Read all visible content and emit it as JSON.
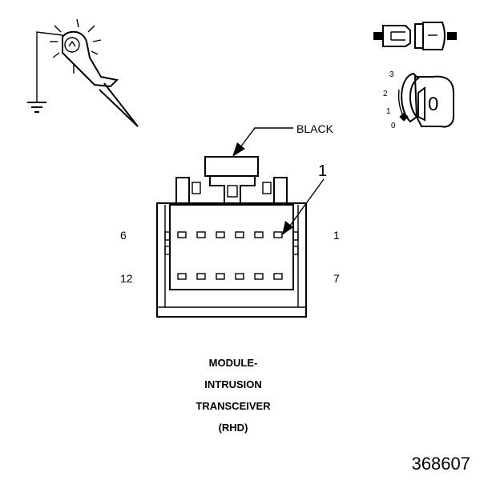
{
  "connector": {
    "color_label": "BLACK",
    "callout_number": "1",
    "pin_labels": {
      "top_left": "6",
      "top_right": "1",
      "bottom_left": "12",
      "bottom_right": "7"
    }
  },
  "ignition": {
    "positions": [
      "3",
      "2",
      "1",
      "0"
    ],
    "key_label": "0"
  },
  "caption": {
    "line1": "MODULE-",
    "line2": "INTRUSION",
    "line3": "TRANSCEIVER",
    "line4": "(RHD)"
  },
  "figure_number": "368607"
}
